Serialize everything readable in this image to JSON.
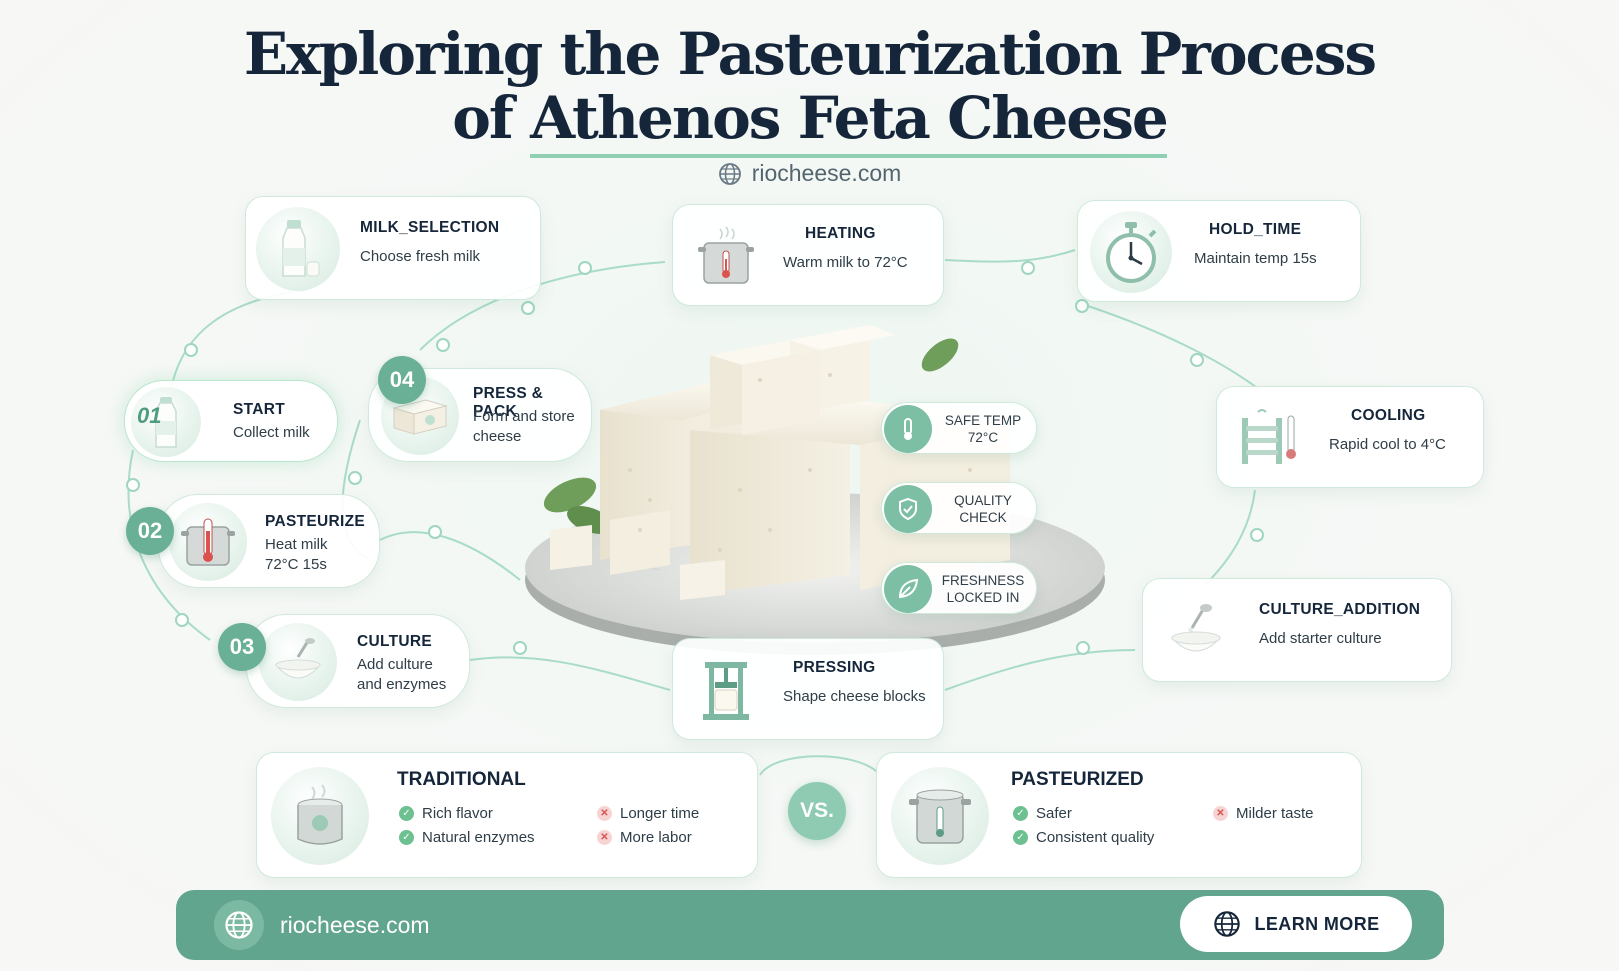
{
  "title": {
    "line1": "Exploring the Pasteurization Process",
    "line2_prefix": "of ",
    "line2_underlined": "Athenos Feta Cheese"
  },
  "site": "riocheese.com",
  "colors": {
    "accent": "#62a58e",
    "accent_light": "#8fcbb3",
    "check": "#6dc08f",
    "cross": "#d9534f",
    "title": "#16263a"
  },
  "steps": {
    "start": {
      "number": "01",
      "title": "START",
      "desc": "Collect milk",
      "icon": "milk-bottle-icon"
    },
    "pasteurize": {
      "number": "02",
      "title": "PASTEURIZE",
      "desc_line1": "Heat milk",
      "desc_line2": "72°C 15s",
      "icon": "pot-thermometer-icon"
    },
    "culture": {
      "number": "03",
      "title": "CULTURE",
      "desc_line1": "Add culture",
      "desc_line2": "and enzymes",
      "icon": "culture-bowl-icon"
    },
    "press_pack": {
      "number": "04",
      "title": "PRESS & PACK",
      "desc_line1": "Form and store",
      "desc_line2": "cheese",
      "icon": "cheese-package-icon"
    }
  },
  "stages": {
    "milk_selection": {
      "title": "MILK_SELECTION",
      "desc": "Choose fresh milk",
      "icon": "milk-bottle-icon"
    },
    "heating": {
      "title": "HEATING",
      "desc": "Warm milk to 72°C",
      "icon": "heating-pot-icon"
    },
    "hold_time": {
      "title": "HOLD_TIME",
      "desc": "Maintain temp 15s",
      "icon": "stopwatch-icon"
    },
    "cooling": {
      "title": "COOLING",
      "desc": "Rapid cool to 4°C",
      "icon": "cooling-coil-icon"
    },
    "culture_addition": {
      "title": "CULTURE_ADDITION",
      "desc": "Add starter culture",
      "icon": "culture-bowl-icon"
    },
    "pressing": {
      "title": "PRESSING",
      "desc": "Shape cheese blocks",
      "icon": "cheese-press-icon"
    }
  },
  "badges": [
    {
      "line1": "SAFE TEMP",
      "line2": "72°C",
      "icon": "thermometer-icon"
    },
    {
      "line1": "QUALITY",
      "line2": "CHECK",
      "icon": "shield-check-icon"
    },
    {
      "line1": "FRESHNESS",
      "line2": "LOCKED IN",
      "icon": "leaf-icon"
    }
  ],
  "comparison": {
    "traditional": {
      "title": "TRADITIONAL",
      "pros": [
        "Rich flavor",
        "Natural enzymes"
      ],
      "cons": [
        "Longer time",
        "More labor"
      ],
      "icon": "traditional-vat-icon"
    },
    "vs": "VS.",
    "pasteurized": {
      "title": "PASTEURIZED",
      "pros": [
        "Safer",
        "Consistent quality"
      ],
      "cons": [
        "Milder taste"
      ],
      "icon": "steel-vat-icon"
    }
  },
  "footer": {
    "site": "riocheese.com",
    "cta": "LEARN MORE"
  }
}
